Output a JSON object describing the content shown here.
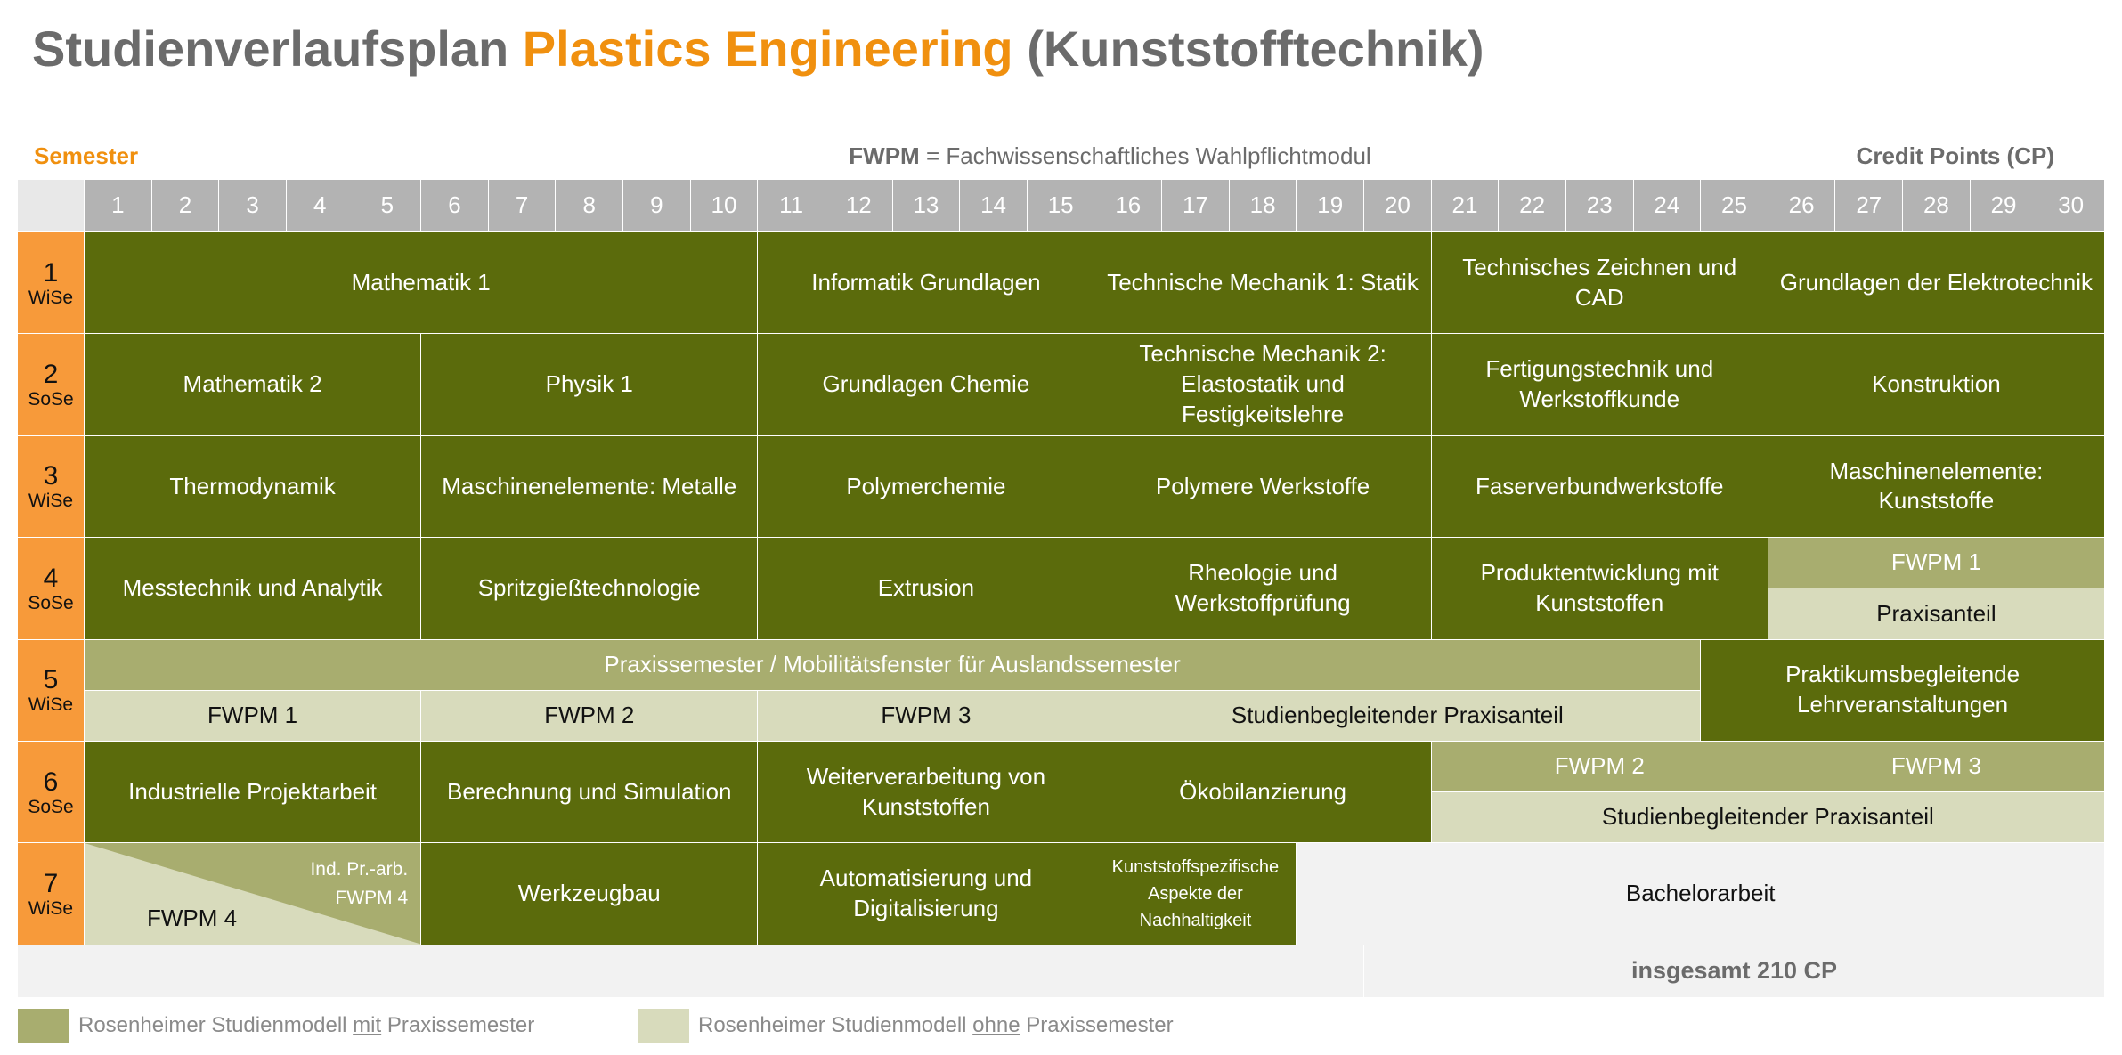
{
  "title": {
    "part1": "Studienverlaufsplan",
    "part2": "Plastics Engineering",
    "part3": "(Kunststofftechnik)"
  },
  "header": {
    "semester_label": "Semester",
    "fwpm_abbr": "FWPM",
    "fwpm_text": "= Fachwissenschaftliches Wahlpflichtmodul",
    "cp_label": "Credit Points (CP)"
  },
  "credit_columns": [
    "1",
    "2",
    "3",
    "4",
    "5",
    "6",
    "7",
    "8",
    "9",
    "10",
    "11",
    "12",
    "13",
    "14",
    "15",
    "16",
    "17",
    "18",
    "19",
    "20",
    "21",
    "22",
    "23",
    "24",
    "25",
    "26",
    "27",
    "28",
    "29",
    "30"
  ],
  "semesters": [
    {
      "number": "1",
      "term": "WiSe"
    },
    {
      "number": "2",
      "term": "SoSe"
    },
    {
      "number": "3",
      "term": "WiSe"
    },
    {
      "number": "4",
      "term": "SoSe"
    },
    {
      "number": "5",
      "term": "WiSe"
    },
    {
      "number": "6",
      "term": "SoSe"
    },
    {
      "number": "7",
      "term": "WiSe"
    }
  ],
  "modules": {
    "s1": [
      "Mathematik 1",
      "Informatik Grundlagen",
      "Technische Mechanik 1: Statik",
      "Technisches Zeichnen und CAD",
      "Grundlagen der Elektrotechnik"
    ],
    "s2": [
      "Mathematik 2",
      "Physik 1",
      "Grundlagen Chemie",
      "Technische Mechanik 2: Elastostatik und Festigkeitslehre",
      "Fertigungstechnik und Werkstoffkunde",
      "Konstruktion"
    ],
    "s3": [
      "Thermodynamik",
      "Maschinenelemente: Metalle",
      "Polymerchemie",
      "Polymere Werkstoffe",
      "Faserverbundwerkstoffe",
      "Maschinenelemente: Kunststoffe"
    ],
    "s4": [
      "Messtechnik und Analytik",
      "Spritzgießtechnologie",
      "Extrusion",
      "Rheologie und Werkstoffprüfung",
      "Produktentwicklung mit Kunststoffen",
      "FWPM 1",
      "Praxisanteil"
    ],
    "s5": [
      "Praxissemester / Mobilitätsfenster für Auslandssemester",
      "FWPM 1",
      "FWPM 2",
      "FWPM 3",
      "Studienbegleitender Praxisanteil",
      "Praktikumsbegleitende Lehrveranstaltungen"
    ],
    "s6": [
      "Industrielle Projektarbeit",
      "Berechnung und Simulation",
      "Weiterverarbeitung von Kunststoffen",
      "Ökobilanzierung",
      "FWPM 2",
      "FWPM 3",
      "Studienbegleitender Praxisanteil"
    ],
    "s7": {
      "split_upper_line1": "Ind. Pr.-arb.",
      "split_upper_line2": "FWPM 4",
      "split_lower": "FWPM 4",
      "items": [
        "Werkzeugbau",
        "Automatisierung und Digitalisierung",
        "Kunststoffspezifische Aspekte der Nachhaltigkeit",
        "Bachelorarbeit"
      ]
    }
  },
  "total": "insgesamt 210 CP",
  "legend": [
    {
      "pre": "Rosenheimer Studienmodell ",
      "em": "mit",
      "post": " Praxissemester",
      "color": "#a8ad6f"
    },
    {
      "pre": "Rosenheimer Studienmodell ",
      "em": "ohne",
      "post": " Praxissemester",
      "color": "#d8dbbc"
    }
  ],
  "colors": {
    "accent": "#f0900f",
    "semester": "#f79a3a",
    "module": "#5b6b0c",
    "with_practice": "#a8ad6f",
    "without_practice": "#d8dbbc"
  }
}
